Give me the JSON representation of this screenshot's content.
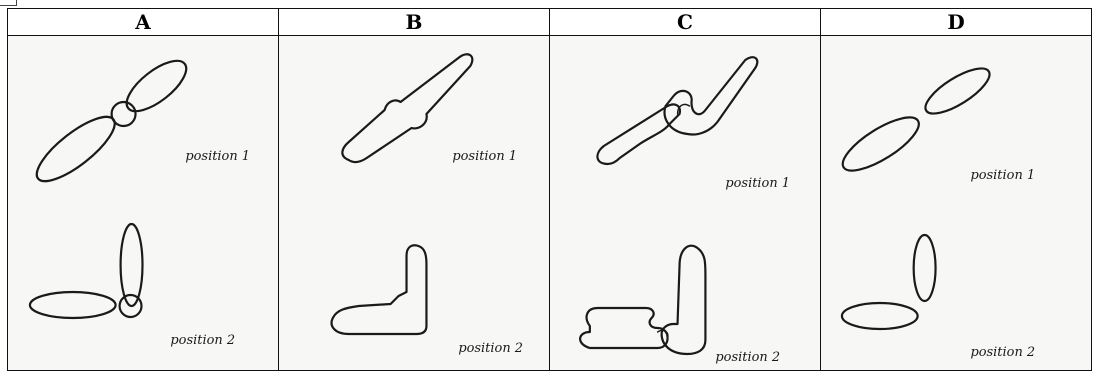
{
  "columns": [
    {
      "label": "A",
      "pos1": "position 1",
      "pos2": "position 2"
    },
    {
      "label": "B",
      "pos1": "position 1",
      "pos2": "position 2"
    },
    {
      "label": "C",
      "pos1": "position 1",
      "pos2": "position 2"
    },
    {
      "label": "D",
      "pos1": "position 1",
      "pos2": "position 2"
    }
  ]
}
